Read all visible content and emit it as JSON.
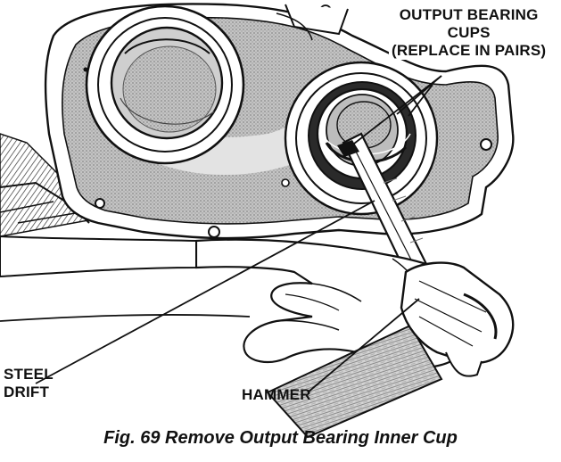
{
  "figure": {
    "caption": "Fig. 69 Remove Output Bearing Inner Cup",
    "callouts": {
      "output_line1": "OUTPUT BEARING",
      "output_line2": "CUPS",
      "output_line3": "(REPLACE IN PAIRS)",
      "steel_line1": "STEEL",
      "steel_line2": "DRIFT",
      "hammer": "HAMMER"
    }
  },
  "colors": {
    "ink": "#111111",
    "paper": "#ffffff",
    "shade": "#b9b9b9"
  }
}
